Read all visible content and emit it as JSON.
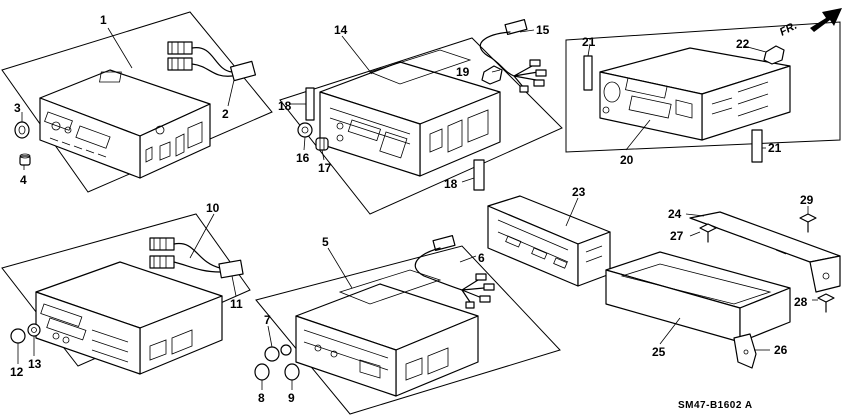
{
  "diagram": {
    "callouts": [
      "1",
      "2",
      "3",
      "4",
      "5",
      "6",
      "7",
      "8",
      "9",
      "10",
      "11",
      "12",
      "13",
      "14",
      "15",
      "16",
      "17",
      "18",
      "18",
      "19",
      "20",
      "21",
      "21",
      "22",
      "23",
      "24",
      "25",
      "26",
      "27",
      "28",
      "29"
    ],
    "direction_label": "FR.",
    "diagram_code": "SM47-B1602",
    "revision": "A"
  }
}
